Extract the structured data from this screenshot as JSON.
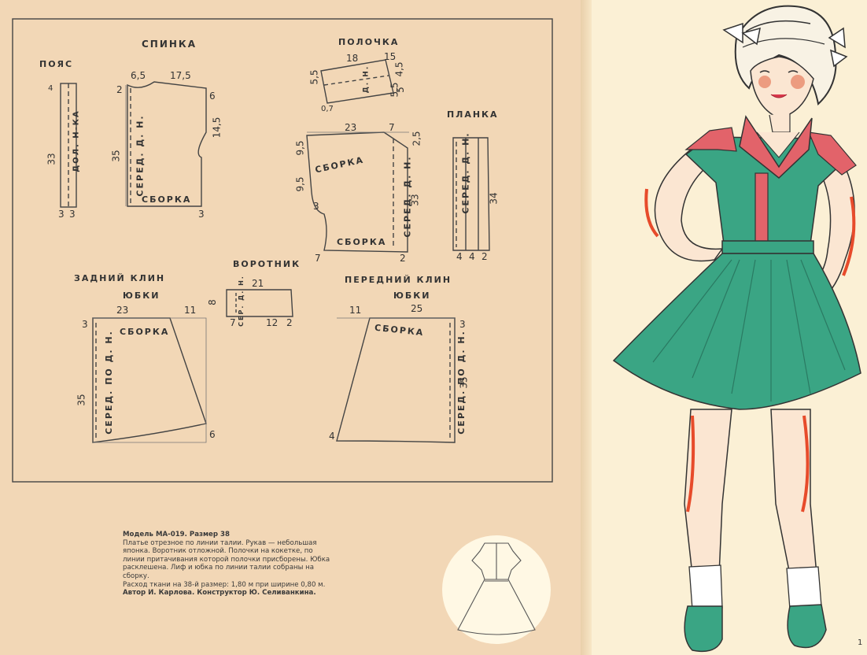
{
  "pattern": {
    "labels": {
      "belt": "ПОЯС",
      "back": "СПИНКА",
      "front": "ПОЛОЧКА",
      "placket": "ПЛАНКА",
      "collar": "ВОРОТНИК",
      "back_gore_1": "ЗАДНИЙ   КЛИН",
      "back_gore_2": "ЮБКИ",
      "front_gore_1": "ПЕРЕДНИЙ   КЛИН",
      "front_gore_2": "ЮБКИ"
    },
    "marks": {
      "gather": "СБОРКА",
      "center_fold": "СЕРЕД. Д. Н.",
      "center_fold_long": "СЕРЕД. ПО Д. Н.",
      "belt_text": "ДОЛ. Н-КА",
      "front_small": "Д. Н.",
      "collar_small": "СЕР. Д. Н."
    },
    "numbers": {
      "belt_height": "33",
      "belt_w1": "3",
      "belt_w2": "3",
      "belt_top": "4",
      "back_top1": "6,5",
      "back_top2": "17,5",
      "back_side": "35",
      "back_left_top": "2",
      "back_right1": "6",
      "back_right2": "14,5",
      "back_bottom": "3",
      "yoke_w1": "18",
      "yoke_w2": "15",
      "yoke_left": "5,5",
      "yoke_r1": "4,5",
      "yoke_r2": "5,5",
      "yoke_r3": "5",
      "yoke_bottom": "0,7",
      "front_top1": "23",
      "front_top2": "7",
      "front_r": "2,5",
      "front_side1": "9,5",
      "front_side2": "9,5",
      "front_cut": "3",
      "front_right": "33",
      "front_b1": "7",
      "front_b2": "2",
      "placket_len": "34",
      "placket_b1": "4",
      "placket_b2": "4",
      "placket_b3": "2",
      "collar_top": "21",
      "collar_l": "8",
      "collar_b1": "7",
      "collar_b2": "12",
      "collar_b3": "2",
      "bgore_top1": "23",
      "bgore_top2": "11",
      "bgore_left": "3",
      "bgore_side": "35",
      "bgore_right": "6",
      "fgore_top1": "11",
      "fgore_top2": "25",
      "fgore_right": "3",
      "fgore_side": "35",
      "fgore_left": "4"
    }
  },
  "description": {
    "title": "Модель МА-019. Размер 38",
    "body": "Платье отрезное по линии талии. Рукав — небольшая японка. Воротник отложной. Полочки на кокетке, по линии притачивания которой полочки присборены. Юбка расклешена. Лиф и юбка по линии талии собраны на сборку.",
    "fabric": "Расход ткани на 38-й размер: 1,80 м при ширине 0,80 м.",
    "author": "Автор И. Карлова. Конструктор Ю. Селиванкина."
  },
  "colors": {
    "paper_left": "#f2d7b6",
    "paper_right": "#fbf0d5",
    "dress_green": "#3aa584",
    "collar_red": "#e2636a",
    "line": "#3a3a3a"
  },
  "page_number": "1"
}
